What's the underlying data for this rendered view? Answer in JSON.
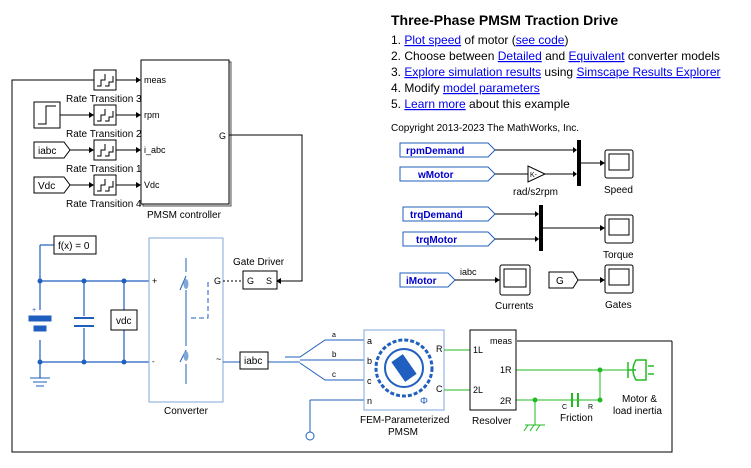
{
  "title": "Three-Phase PMSM Traction Drive",
  "steps": [
    {
      "num": "1.",
      "parts": [
        {
          "t": "Plot speed",
          "link": true
        },
        {
          "t": " of motor (",
          "link": false
        },
        {
          "t": "see code",
          "link": true
        },
        {
          "t": ")",
          "link": false
        }
      ]
    },
    {
      "num": "2.",
      "parts": [
        {
          "t": "Choose between ",
          "link": false
        },
        {
          "t": "Detailed",
          "link": true
        },
        {
          "t": " and ",
          "link": false
        },
        {
          "t": "Equivalent",
          "link": true
        },
        {
          "t": " converter models",
          "link": false
        }
      ]
    },
    {
      "num": "3.",
      "parts": [
        {
          "t": "Explore simulation results",
          "link": true
        },
        {
          "t": " using ",
          "link": false
        },
        {
          "t": "Simscape Results Explorer",
          "link": true
        }
      ]
    },
    {
      "num": "4.",
      "parts": [
        {
          "t": "Modify ",
          "link": false
        },
        {
          "t": "model parameters",
          "link": true
        }
      ]
    },
    {
      "num": "5.",
      "parts": [
        {
          "t": "Learn more",
          "link": true
        },
        {
          "t": " about this example",
          "link": false
        }
      ]
    }
  ],
  "copyright": "Copyright 2013-2023 The MathWorks, Inc.",
  "controller": {
    "name": "PMSM controller",
    "in_ports": [
      "meas",
      "rpm",
      "i_abc",
      "Vdc"
    ],
    "out_port": "G"
  },
  "rate_transitions": [
    "Rate Transition 3",
    "Rate Transition 2",
    "Rate Transition 1",
    "Rate Transition 4"
  ],
  "from_tags": {
    "iabc": "iabc",
    "vdc": "Vdc"
  },
  "fx_block": "f(x) = 0",
  "vdc_sensor": "vdc",
  "converter": {
    "name": "Converter",
    "plus": "+",
    "minus": "~",
    "gate": "G"
  },
  "gate_driver": {
    "name": "Gate Driver",
    "in": "G",
    "out": "S"
  },
  "iabc_goto": "iabc",
  "phases": [
    "a",
    "b",
    "c",
    "n"
  ],
  "pmsm": {
    "name_line1": "FEM-Parameterized",
    "name_line2": "PMSM",
    "ports": [
      "R",
      "C"
    ]
  },
  "resolver": {
    "name": "Resolver",
    "left_ports": [
      "1L",
      "2L"
    ],
    "right_ports": [
      "meas",
      "1R",
      "2R"
    ]
  },
  "friction": {
    "name": "Friction",
    "ports": [
      "C",
      "R"
    ]
  },
  "load": {
    "name_line1": "Motor &",
    "name_line2": "load inertia"
  },
  "scopes_panel": {
    "goto_tags": [
      "rpmDemand",
      "wMotor",
      "trqDemand",
      "trqMotor",
      "iMotor",
      "G"
    ],
    "gain": "rad/s2rpm",
    "gain_symbol": "K-",
    "signal_label": "iabc",
    "scopes": [
      "Speed",
      "Torque",
      "Currents",
      "Gates"
    ]
  },
  "colors": {
    "link": "#0000ee",
    "electrical": "#1f5fbf",
    "mechanical": "#22bb22",
    "tag_border": "#1f5fbf"
  }
}
